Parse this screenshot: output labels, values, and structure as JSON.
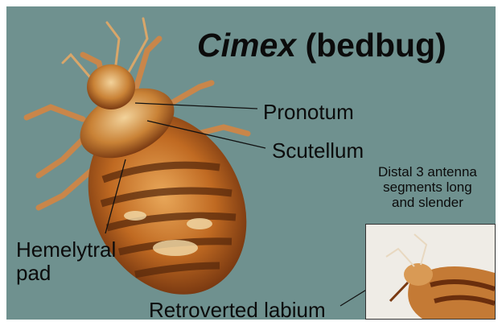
{
  "title": {
    "genus": "Cimex",
    "common": " (bedbug)"
  },
  "labels": {
    "pronotum": "Pronotum",
    "scutellum": "Scutellum",
    "hemelytral_line1": "Hemelytral",
    "hemelytral_line2": "pad",
    "retroverted_labium": "Retroverted labium",
    "distal_line1": "Distal 3 antenna",
    "distal_line2": "segments long",
    "distal_line3": "and slender"
  },
  "colors": {
    "background": "#6f918f",
    "body_amber": "#b5621d",
    "body_dark": "#5a2a0c",
    "highlight": "#f0d9a0",
    "inset_bg": "#efece6"
  }
}
